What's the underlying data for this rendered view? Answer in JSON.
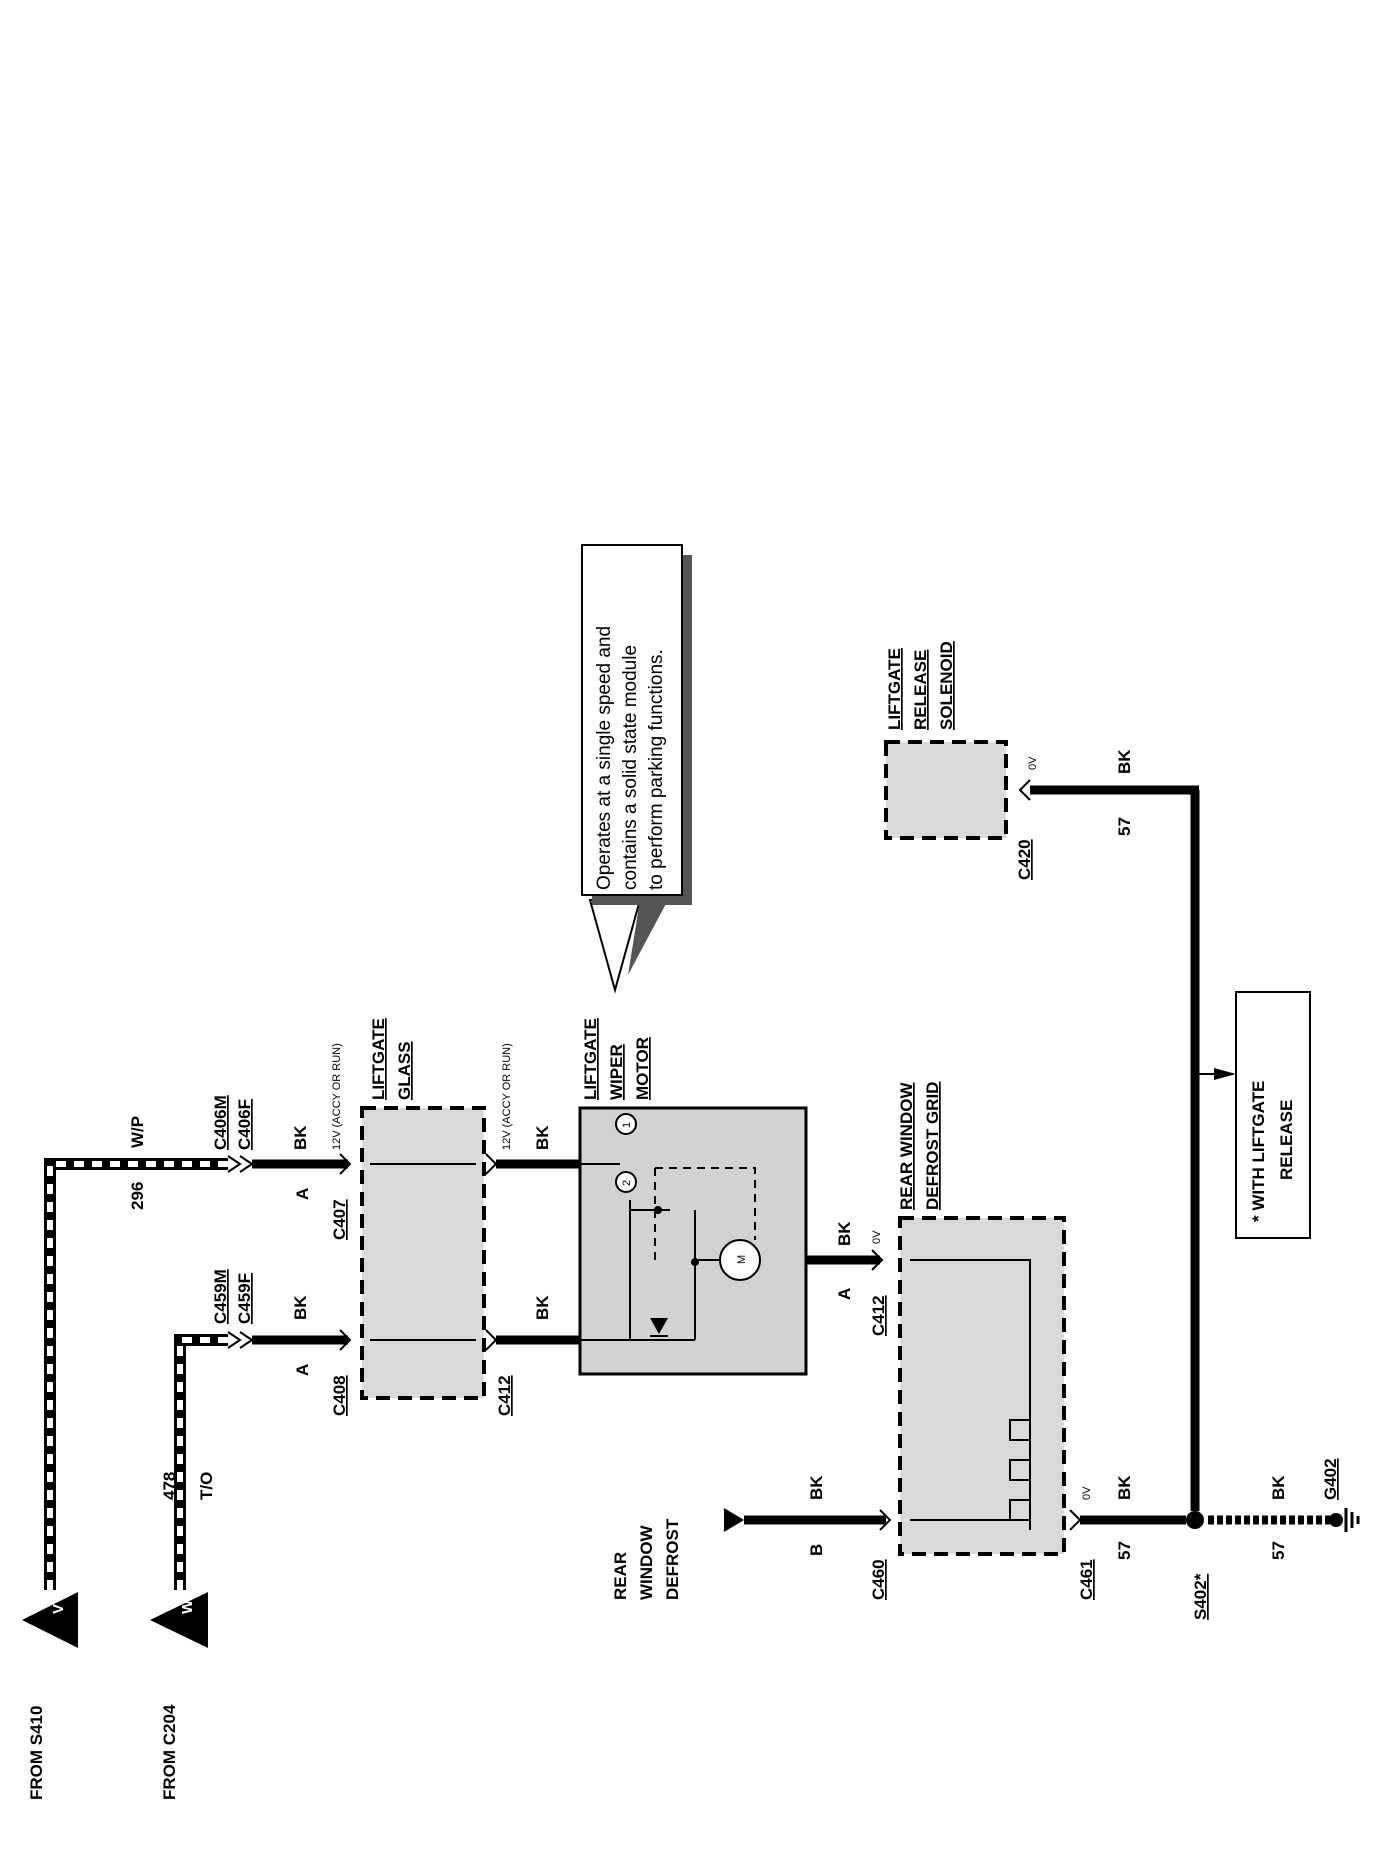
{
  "sources": {
    "from_s410": "FROM S410",
    "from_c204": "FROM C204",
    "tri_v": "V",
    "tri_w": "W"
  },
  "wires": {
    "w296_num": "296",
    "w296_color": "W/P",
    "w478_num": "478",
    "w478_color": "T/O"
  },
  "connectors": {
    "c406m": "C406M",
    "c406f": "C406F",
    "c459m": "C459M",
    "c459f": "C459F",
    "c407": "C407",
    "c408": "C408",
    "c412_top": "C412",
    "c412_mid": "C412",
    "c460": "C460",
    "c461": "C461",
    "c420": "C420"
  },
  "pins": {
    "a_c407": "A",
    "a_c408": "A",
    "a_c412": "A",
    "b_c460": "B"
  },
  "wire_colors": {
    "bk_c406": "BK",
    "bk_c459": "BK",
    "bk_top_right": "BK",
    "bk_top_left": "BK",
    "bk_motor": "BK",
    "bk_defrost_in": "BK",
    "bk_c461": "BK",
    "bk_g402": "BK",
    "bk_c420": "BK"
  },
  "circuit_numbers": {
    "c57_c461": "57",
    "c57_g402": "57",
    "c57_c420": "57"
  },
  "voltages": {
    "v12_1": "12V (ACCY OR RUN)",
    "v12_2": "12V (ACCY OR RUN)",
    "v0_c412": "0V",
    "v0_c461": "0V",
    "v0_c420": "0V"
  },
  "components": {
    "liftgate_glass_1": "LIFTGATE",
    "liftgate_glass_2": "GLASS",
    "wiper_motor_1": "LIFTGATE",
    "wiper_motor_2": "WIPER",
    "wiper_motor_3": "MOTOR",
    "defrost_grid_1": "REAR WINDOW",
    "defrost_grid_2": "DEFROST GRID",
    "solenoid_1": "LIFTGATE",
    "solenoid_2": "RELEASE",
    "solenoid_3": "SOLENOID",
    "rear_defrost_1": "REAR",
    "rear_defrost_2": "WINDOW",
    "rear_defrost_3": "DEFROST",
    "motor_symbol": "M",
    "switch_1": "1",
    "switch_2": "2"
  },
  "splices": {
    "s402": "S402*",
    "g402": "G402"
  },
  "notes": {
    "callout_1": "Operates at a single speed and",
    "callout_2": "contains a solid state module",
    "callout_3": "to perform parking functions.",
    "footnote_1": "* WITH LIFTGATE",
    "footnote_2": "RELEASE"
  }
}
